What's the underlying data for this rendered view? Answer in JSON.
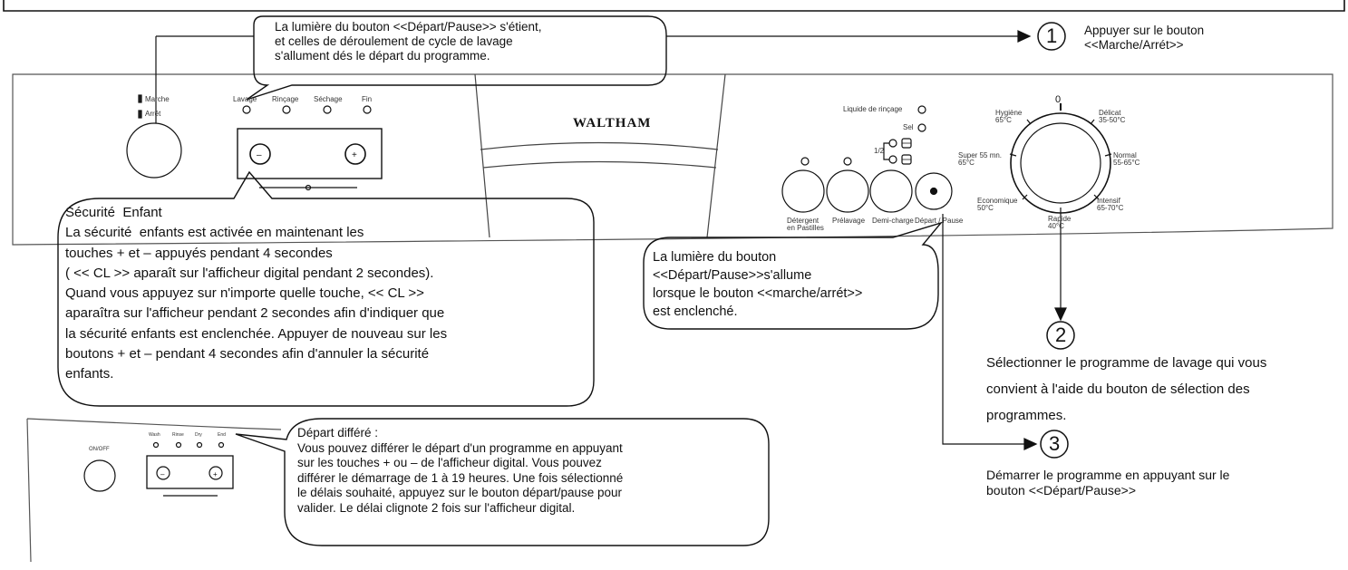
{
  "brand": "WALTHAM",
  "callouts": {
    "top": [
      "La lumière du bouton <<Départ/Pause>> s'étient,",
      "et celles de déroulement de cycle de lavage",
      "s'allument dés le départ du programme."
    ],
    "child_lock": [
      "Sécurité  Enfant",
      "La sécurité  enfants est activée en maintenant les",
      "touches + et – appuyés pendant 4 secondes",
      "( << CL >> aparaît sur l'afficheur digital pendant 2 secondes).",
      "Quand vous appuyez sur n'importe quelle touche, << CL >>",
      "aparaîtra sur l'afficheur pendant 2 secondes afin d'indiquer que",
      "la sécurité enfants est enclenchée. Appuyer de nouveau sur les",
      "boutons + et – pendant 4 secondes afin d'annuler la sécurité",
      "enfants."
    ],
    "start_light": [
      "La lumière du bouton",
      "<<Départ/Pause>>s'allume",
      "lorsque le bouton <<marche/arrét>>",
      "est enclenché."
    ],
    "delay": [
      "Départ différé :",
      "Vous pouvez différer le départ d'un programme en appuyant",
      "sur les touches + ou – de l'afficheur digital. Vous pouvez",
      "différer le démarrage de 1 à 19 heures. Une fois sélectionné",
      "le délais souhaité, appuyez sur le bouton départ/pause pour",
      "valider. Le délai clignote 2 fois sur l'afficheur digital."
    ]
  },
  "steps": [
    {
      "number": "1",
      "text": [
        "Appuyer sur le bouton",
        "<<Marche/Arrét>>"
      ]
    },
    {
      "number": "2",
      "text": [
        "Sélectionner le programme de lavage qui vous",
        "convient à l'aide du bouton de sélection des",
        "programmes."
      ]
    },
    {
      "number": "3",
      "text": [
        "Démarrer le programme en appuyant sur le",
        "bouton <<Départ/Pause>>"
      ]
    }
  ],
  "panel": {
    "power": [
      "Marche",
      "Arrêt"
    ],
    "cycle_leds": [
      "Lavage",
      "Rinçage",
      "Séchage",
      "Fin"
    ],
    "minus": "–",
    "plus": "+",
    "options": [
      "Liquide de rinçage",
      "Sel"
    ],
    "half_load": "1/2",
    "buttons": [
      [
        "Détergent",
        "en Pastilles"
      ],
      [
        "Prélavage"
      ],
      [
        "Demi-charge"
      ],
      [
        "Départ / Pause"
      ]
    ],
    "programs": {
      "zero": "0",
      "hygiene": [
        "Hygiène",
        "65°C"
      ],
      "delicat": [
        "Délicat",
        "35-50°C"
      ],
      "super": [
        "Super 55 mn.",
        "65°C"
      ],
      "normal": [
        "Normal",
        "55-65°C"
      ],
      "eco": [
        "Economique",
        "50°C"
      ],
      "intensif": [
        "Intensif",
        "65-70°C"
      ],
      "rapide": [
        "Rapide",
        "40°C"
      ]
    }
  },
  "small_panel": {
    "knob_label": "ON/OFF",
    "leds": [
      "Wash",
      "Rinse",
      "Dry",
      "End"
    ]
  }
}
